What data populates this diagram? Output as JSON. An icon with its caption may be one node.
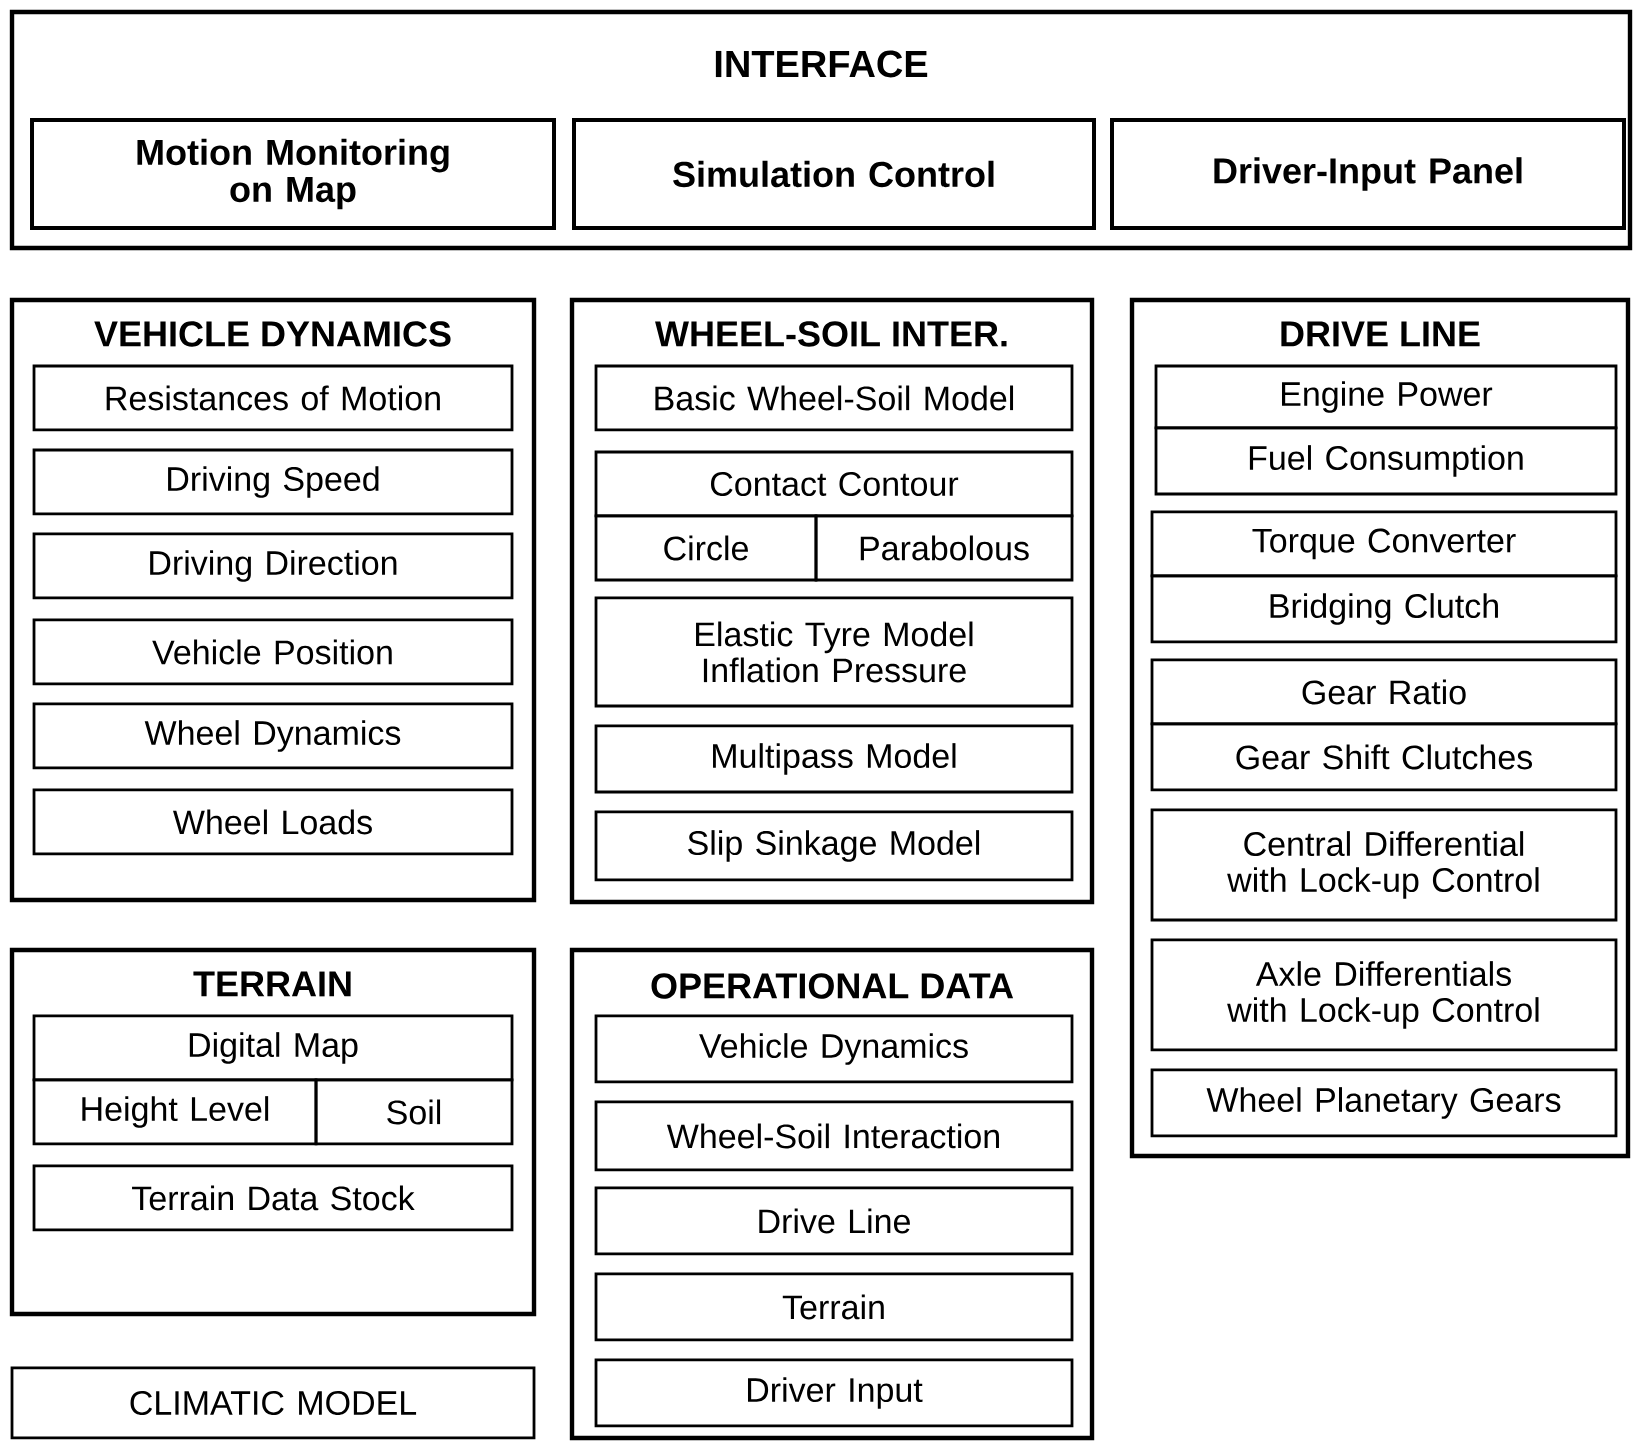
{
  "diagram": {
    "nodes": [
      {
        "text": [
          "INTERFACE"
        ]
      },
      {
        "text": [
          "Motion Monitoring on Map"
        ],
        "in": 0
      },
      {
        "text": [
          "Simulation Control"
        ],
        "in": 0
      },
      {
        "text": [
          "Driver-Input Panel"
        ],
        "in": 0
      },
      {
        "text": [
          "VEHICLE DYNAMICS"
        ]
      },
      {
        "text": [
          "Resistances of Motion"
        ],
        "in": 4
      },
      {
        "text": [
          "Driving Speed"
        ],
        "in": 4
      },
      {
        "text": [
          "Driving Direction"
        ],
        "in": 4
      },
      {
        "text": [
          "Vehicle Position"
        ],
        "in": 4
      },
      {
        "text": [
          "Wheel Dynamics"
        ],
        "in": 4
      },
      {
        "text": [
          "Wheel Loads"
        ],
        "in": 4
      },
      {
        "text": [
          "WHEEL-SOIL INTER."
        ]
      },
      {
        "text": [
          "Basic Wheel-Soil Model"
        ],
        "in": 11
      },
      {
        "text": [
          "Contact Contour"
        ],
        "in": 11
      },
      {
        "text": [
          "Circle"
        ],
        "in": 11
      },
      {
        "text": [
          "Parabolous"
        ],
        "in": 11
      },
      {
        "text": [
          "Elastic Tyre Model Inflation Pressure"
        ],
        "in": 11
      },
      {
        "text": [
          "Multipass Model"
        ],
        "in": 11
      },
      {
        "text": [
          "Slip Sinkage Model"
        ],
        "in": 11
      },
      {
        "text": [
          "DRIVE LINE"
        ]
      },
      {
        "text": [
          "Engine Power"
        ],
        "in": 19
      },
      {
        "text": [
          "Fuel Consumption"
        ],
        "in": 19
      },
      {
        "text": [
          "Torque Converter"
        ],
        "in": 19
      },
      {
        "text": [
          "Bridging Clutch"
        ],
        "in": 19
      },
      {
        "text": [
          "Gear Ratio"
        ],
        "in": 19
      },
      {
        "text": [
          "Gear Shift Clutches"
        ],
        "in": 19
      },
      {
        "text": [
          "Central Differential with Lock-up Control"
        ],
        "in": 19
      },
      {
        "text": [
          "Axle Differentials with Lock-up Control"
        ],
        "in": 19
      },
      {
        "text": [
          "Wheel Planetary Gears"
        ],
        "in": 19
      },
      {
        "text": [
          "TERRAIN"
        ]
      },
      {
        "text": [
          "Digital Map"
        ],
        "in": 29
      },
      {
        "text": [
          "Height Level"
        ],
        "in": 29
      },
      {
        "text": [
          "Soil"
        ],
        "in": 29
      },
      {
        "text": [
          "Terrain Data Stock"
        ],
        "in": 29
      },
      {
        "text": [
          "CLIMATIC MODEL"
        ]
      },
      {
        "text": [
          "OPERATIONAL DATA"
        ]
      },
      {
        "text": [
          "Vehicle Dynamics"
        ],
        "in": 35
      },
      {
        "text": [
          "Wheel-Soil Interaction"
        ],
        "in": 35
      },
      {
        "text": [
          "Drive Line"
        ],
        "in": 35
      },
      {
        "text": [
          "Terrain"
        ],
        "in": 35
      },
      {
        "text": [
          "Driver Input"
        ],
        "in": 35
      }
    ]
  }
}
